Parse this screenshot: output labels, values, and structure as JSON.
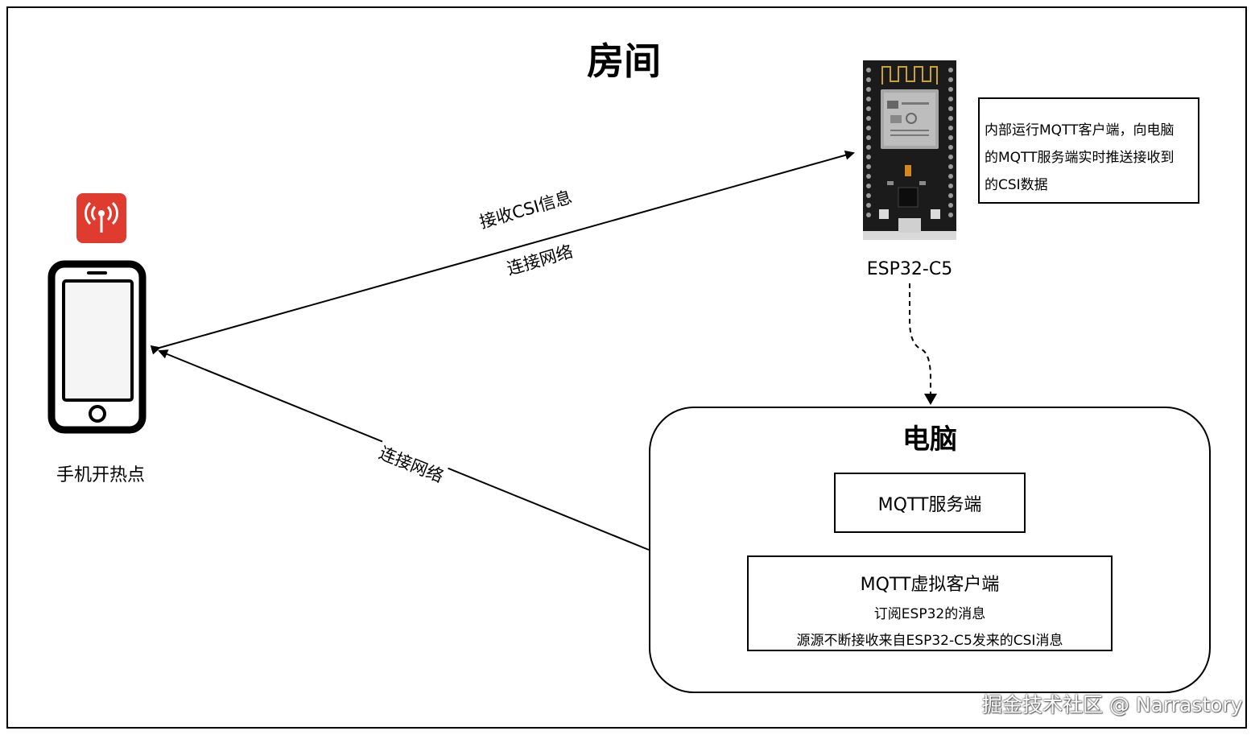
{
  "title": "房间",
  "phone": {
    "label": "手机开热点",
    "hotspot_icon": "broadcast-tower-icon"
  },
  "esp": {
    "label": "ESP32-C5",
    "board_icon": "esp32-board-icon"
  },
  "note": {
    "line1": "内部运行MQTT客户端，向电脑",
    "line2": "的MQTT服务端实时推送接收到",
    "line3": "的CSI数据"
  },
  "edges": {
    "receive_csi": "接收CSI信息",
    "connect_network_esp": "连接网络",
    "connect_network_pc": "连接网络"
  },
  "pc": {
    "title": "电脑",
    "server": "MQTT服务端",
    "client_title": "MQTT虚拟客户端",
    "client_line1": "订阅ESP32的消息",
    "client_line2": "源源不断接收来自ESP32-C5发来的CSI消息"
  },
  "watermark": "掘金技术社区 @ Narrastory",
  "colors": {
    "hotspot_red": "#e03b2f",
    "board_black": "#1b1b1b",
    "stroke": "#000000"
  }
}
